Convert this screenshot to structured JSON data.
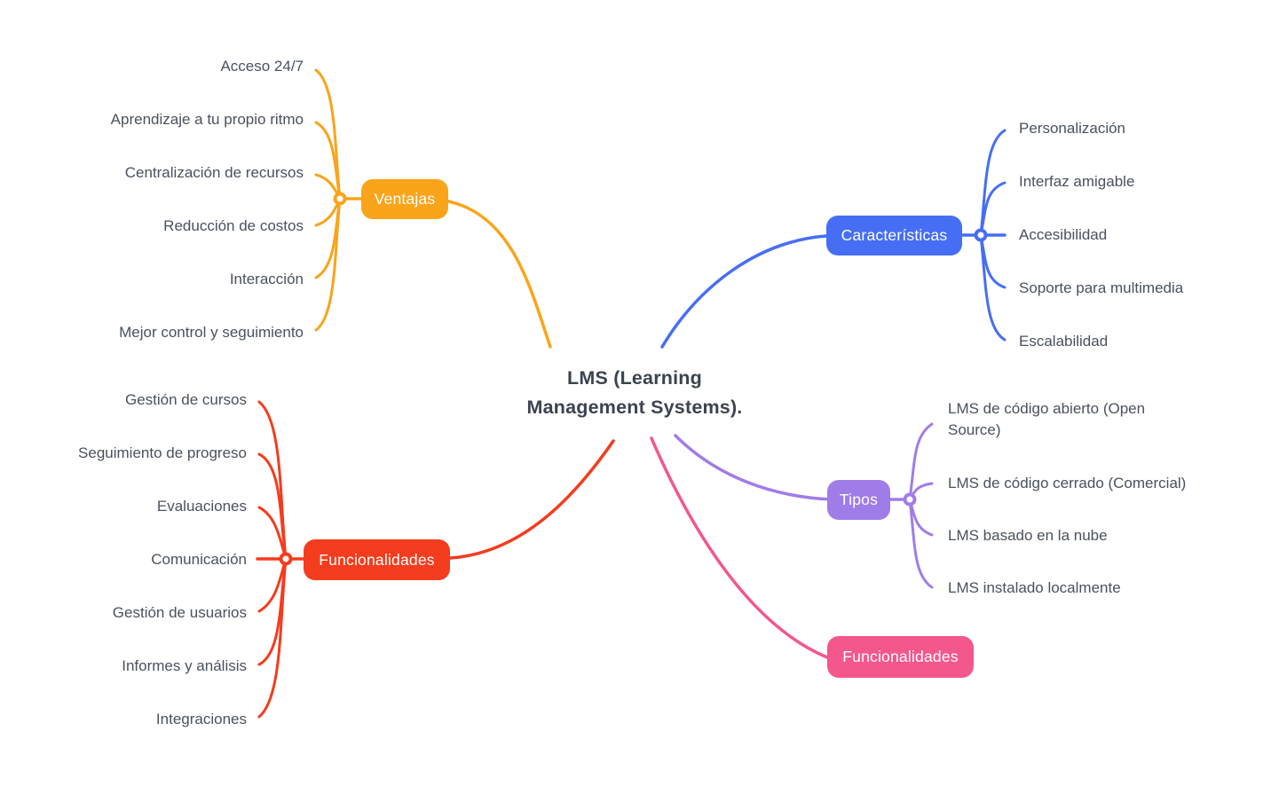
{
  "root": {
    "title_line1": "LMS (Learning",
    "title_line2": "Management Systems)."
  },
  "branches": [
    {
      "label": "Ventajas",
      "color": "#FAA41A",
      "children": [
        "Acceso 24/7",
        "Aprendizaje a tu propio ritmo",
        "Centralización de recursos",
        "Reducción de costos",
        "Interacción",
        "Mejor control y seguimiento"
      ]
    },
    {
      "label": "Características",
      "color": "#466EF4",
      "children": [
        "Personalización",
        "Interfaz amigable",
        "Accesibilidad",
        "Soporte para multimedia",
        "Escalabilidad"
      ]
    },
    {
      "label": "Funcionalidades",
      "color": "#F43C1E",
      "children": [
        "Gestión de cursos",
        "Seguimiento de progreso",
        "Evaluaciones",
        "Comunicación",
        "Gestión de usuarios",
        "Informes y análisis",
        "Integraciones"
      ]
    },
    {
      "label": "Tipos",
      "color": "#A07CE9",
      "children": [
        "LMS de código abierto (Open Source)",
        "LMS de código cerrado (Comercial)",
        "LMS basado en la nube",
        "LMS instalado localmente"
      ]
    },
    {
      "label": "Funcionalidades",
      "color": "#F3578C",
      "children": []
    }
  ]
}
